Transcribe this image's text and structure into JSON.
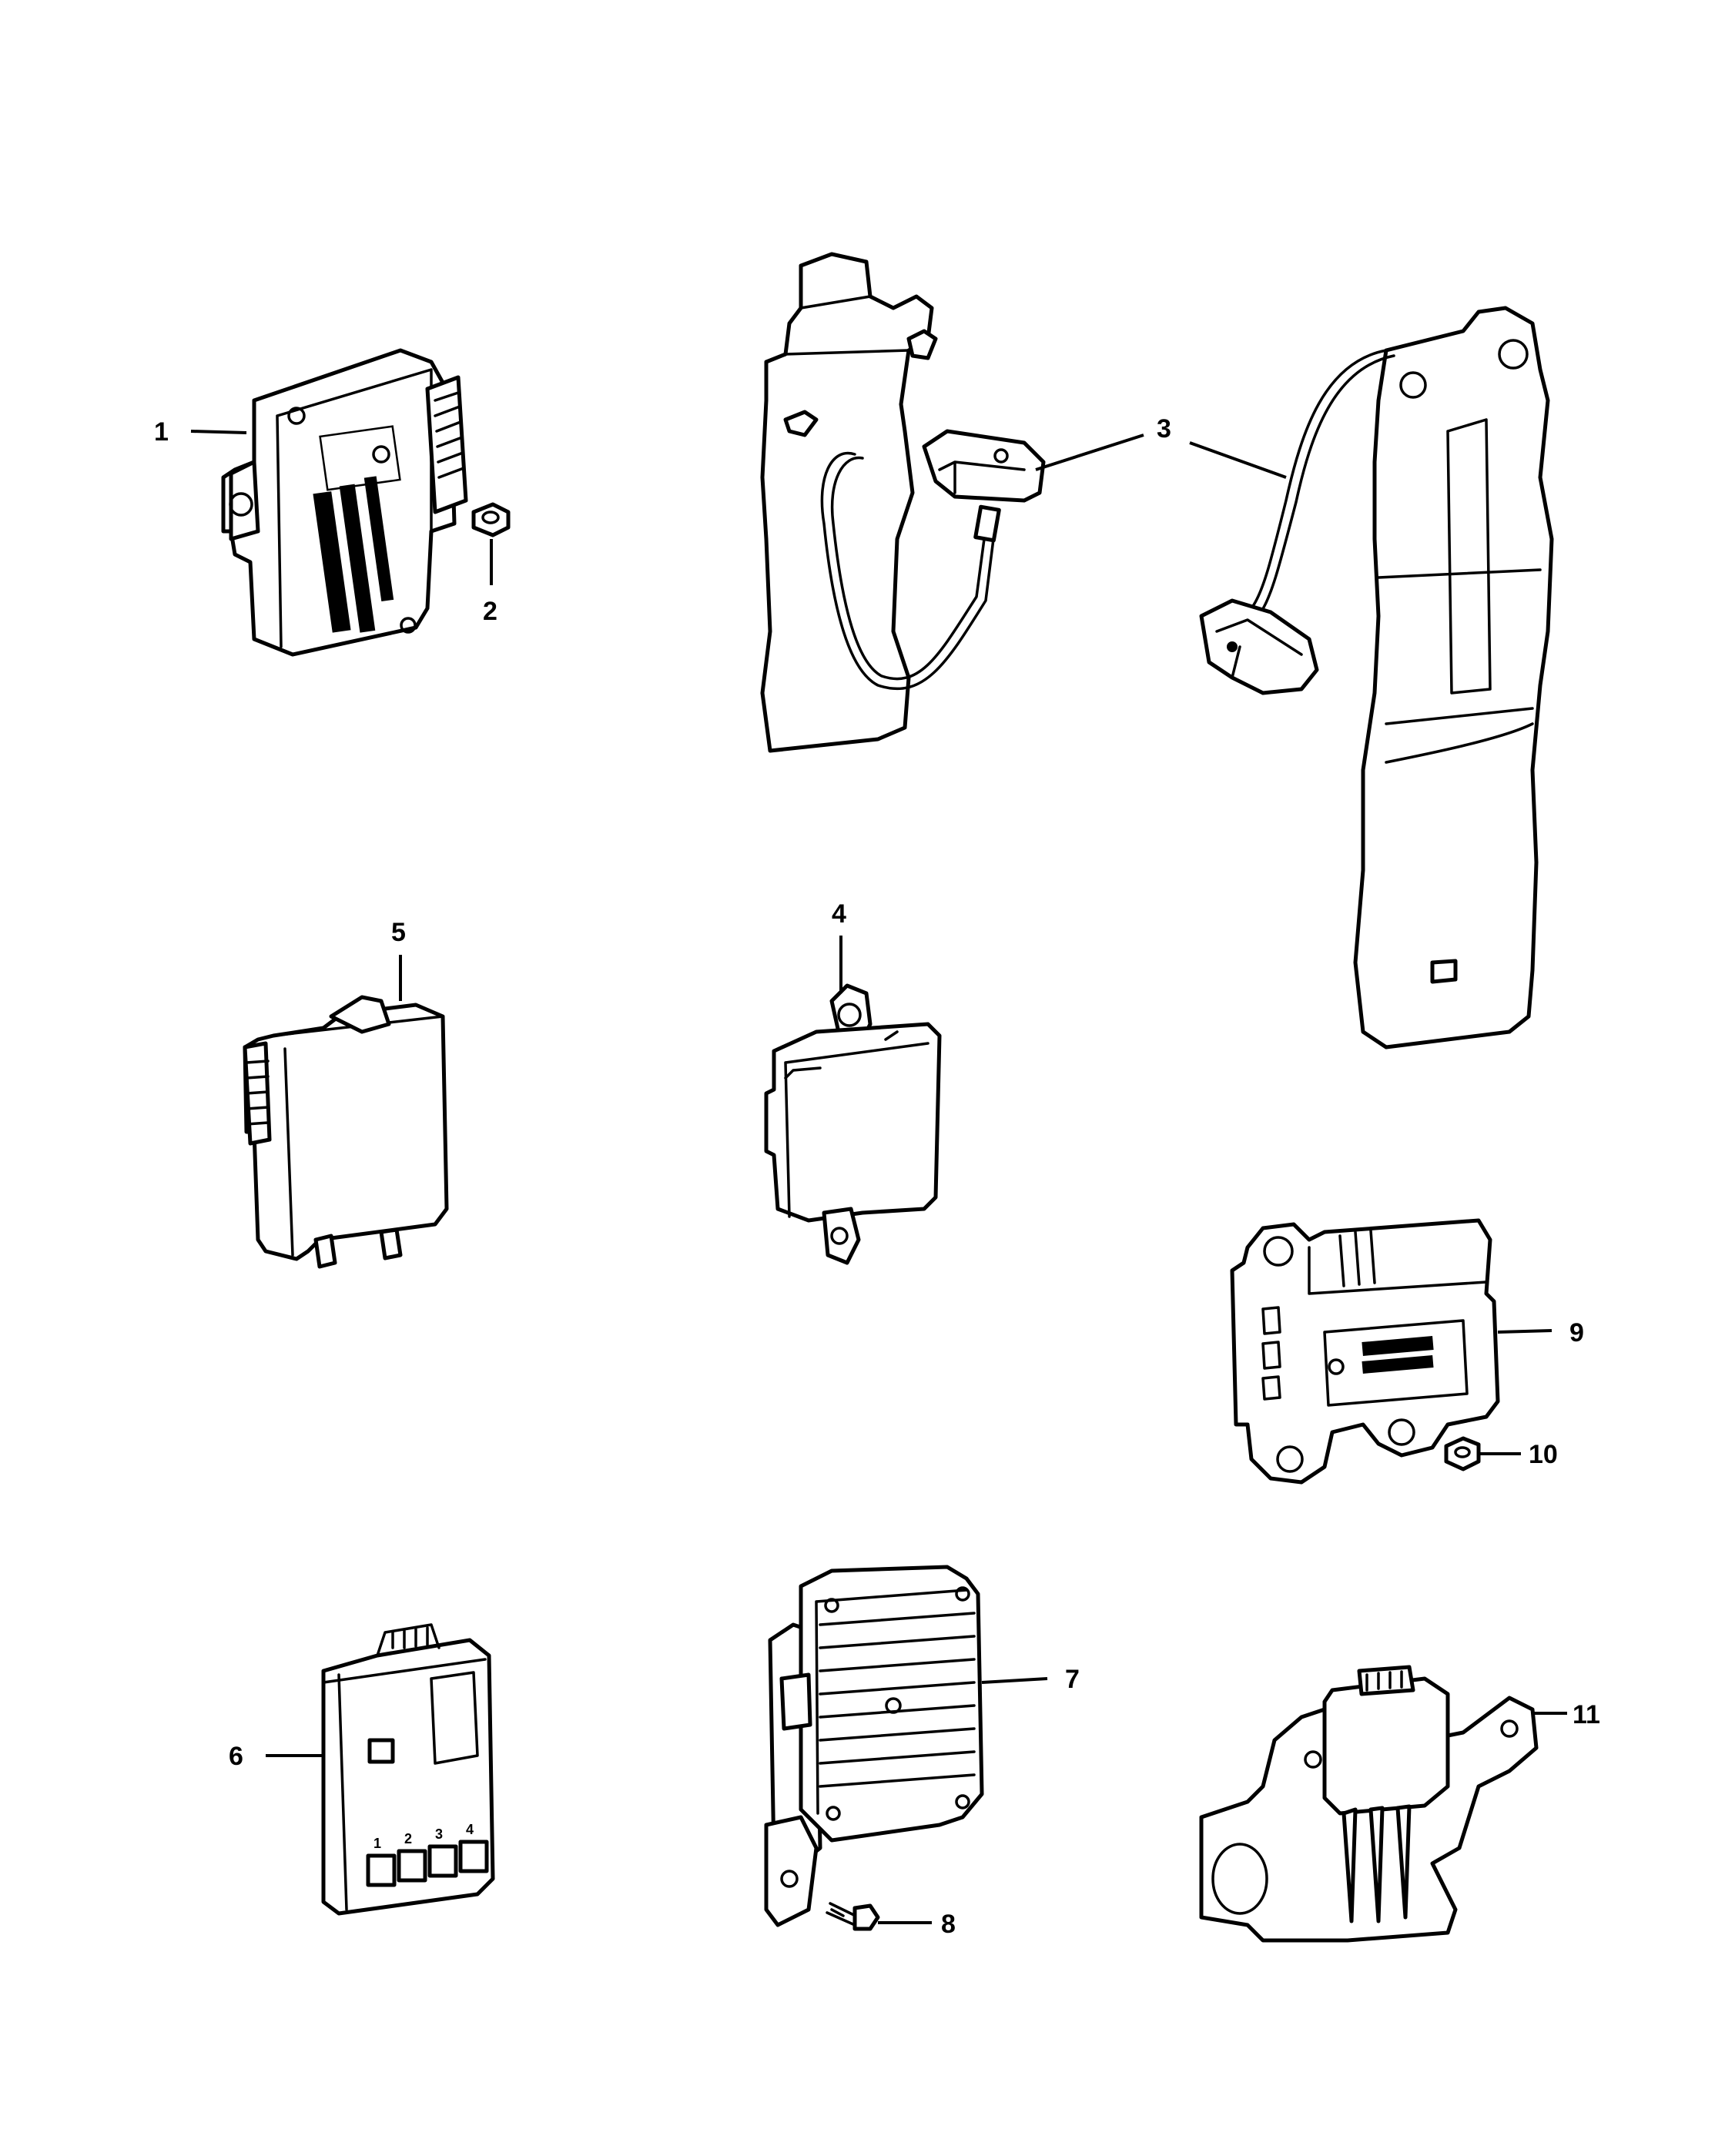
{
  "diagram": {
    "callouts": [
      {
        "id": "c1",
        "label": "1"
      },
      {
        "id": "c2",
        "label": "2"
      },
      {
        "id": "c3",
        "label": "3"
      },
      {
        "id": "c4",
        "label": "4"
      },
      {
        "id": "c5",
        "label": "5"
      },
      {
        "id": "c6",
        "label": "6"
      },
      {
        "id": "c7",
        "label": "7"
      },
      {
        "id": "c8",
        "label": "8"
      },
      {
        "id": "c9",
        "label": "9"
      },
      {
        "id": "c10",
        "label": "10"
      },
      {
        "id": "c11",
        "label": "11"
      }
    ],
    "connector_pin_labels": [
      "1",
      "2",
      "3",
      "4"
    ],
    "colors": {
      "line": "#000000",
      "background": "#ffffff"
    }
  }
}
